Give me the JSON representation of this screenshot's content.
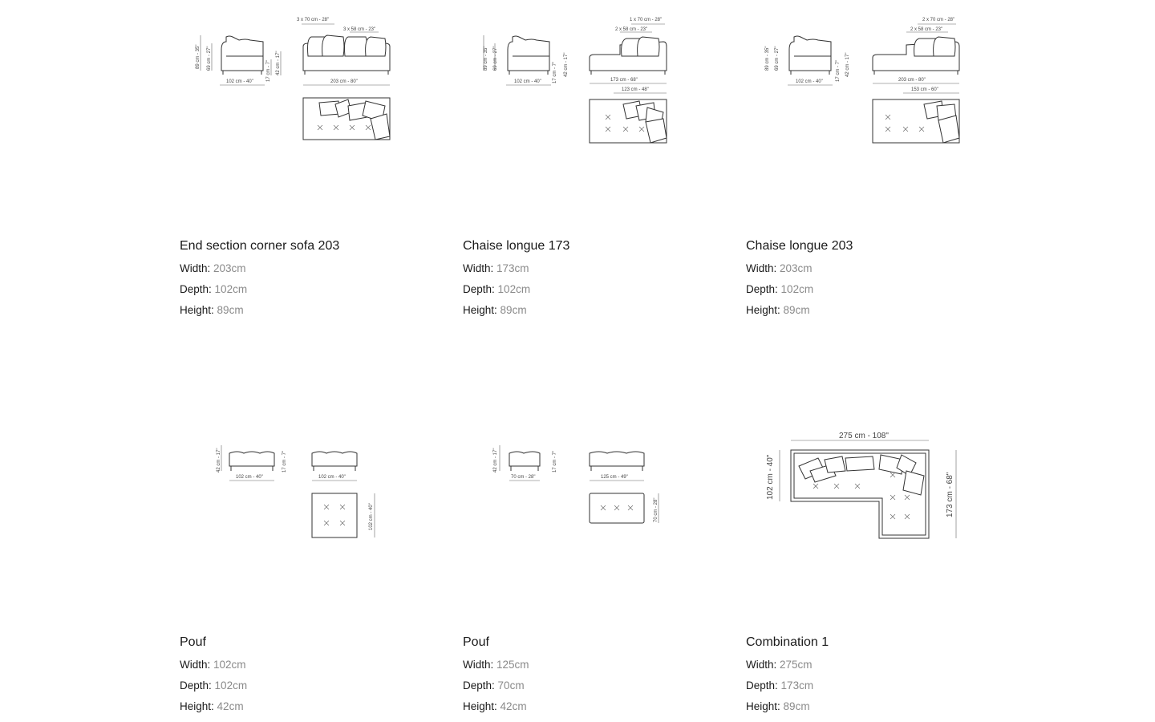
{
  "products": [
    {
      "name": "End section corner sofa 203",
      "specs": [
        {
          "label": "Width:",
          "value": "203cm"
        },
        {
          "label": "Depth:",
          "value": "102cm"
        },
        {
          "label": "Height:",
          "value": "89cm"
        }
      ],
      "drawing_labels": {
        "h1": "89 cm - 35\"",
        "h2": "69 cm - 27\"",
        "depth": "102 cm - 40\"",
        "leg": "17 cm - 7\"",
        "seat": "42 cm - 17\"",
        "width": "203 cm - 80\"",
        "cushion_a": "3 x 70 cm - 28\"",
        "cushion_b": "3 x 58 cm - 23\""
      }
    },
    {
      "name": "Chaise longue 173",
      "specs": [
        {
          "label": "Width:",
          "value": "173cm"
        },
        {
          "label": "Depth:",
          "value": "102cm"
        },
        {
          "label": "Height:",
          "value": "89cm"
        }
      ],
      "drawing_labels": {
        "h1": "89 cm - 35\"",
        "h2": "69 cm - 27\"",
        "depth": "102 cm - 40\"",
        "leg": "17 cm - 7\"",
        "seat": "42 cm - 17\"",
        "width": "173 cm - 68\"",
        "inner": "123 cm - 48\"",
        "cushion_a": "1 x 70 cm - 28\"",
        "cushion_b": "2 x 58 cm - 23\""
      }
    },
    {
      "name": "Chaise longue 203",
      "specs": [
        {
          "label": "Width:",
          "value": "203cm"
        },
        {
          "label": "Depth:",
          "value": "102cm"
        },
        {
          "label": "Height:",
          "value": "89cm"
        }
      ],
      "drawing_labels": {
        "h1": "89 cm - 35\"",
        "h2": "69 cm - 27\"",
        "depth": "102 cm - 40\"",
        "leg": "17 cm - 7\"",
        "seat": "42 cm - 17\"",
        "width": "203 cm - 80\"",
        "inner": "153 cm - 60\"",
        "cushion_a": "2 x 70 cm - 28\"",
        "cushion_b": "2 x 58 cm - 23\""
      }
    },
    {
      "name": "Pouf",
      "specs": [
        {
          "label": "Width:",
          "value": "102cm"
        },
        {
          "label": "Depth:",
          "value": "102cm"
        },
        {
          "label": "Height:",
          "value": "42cm"
        }
      ],
      "drawing_labels": {
        "seat": "42 cm - 17\"",
        "leg": "17 cm - 7\"",
        "width": "102 cm - 40\"",
        "width2": "102 cm - 40\"",
        "depth": "102 cm - 40\""
      }
    },
    {
      "name": "Pouf",
      "specs": [
        {
          "label": "Width:",
          "value": "125cm"
        },
        {
          "label": "Depth:",
          "value": "70cm"
        },
        {
          "label": "Height:",
          "value": "42cm"
        }
      ],
      "drawing_labels": {
        "seat": "42 cm - 17\"",
        "leg": "17 cm - 7\"",
        "width": "70 cm - 28\"",
        "width2": "125 cm - 49\"",
        "depth": "70 cm - 28\""
      }
    },
    {
      "name": "Combination 1",
      "specs": [
        {
          "label": "Width:",
          "value": "275cm"
        },
        {
          "label": "Depth:",
          "value": "173cm"
        },
        {
          "label": "Height:",
          "value": "89cm"
        }
      ],
      "drawing_labels": {
        "top": "275 cm - 108\"",
        "left": "102 cm - 40\"",
        "right": "173 cm - 68\""
      }
    }
  ]
}
